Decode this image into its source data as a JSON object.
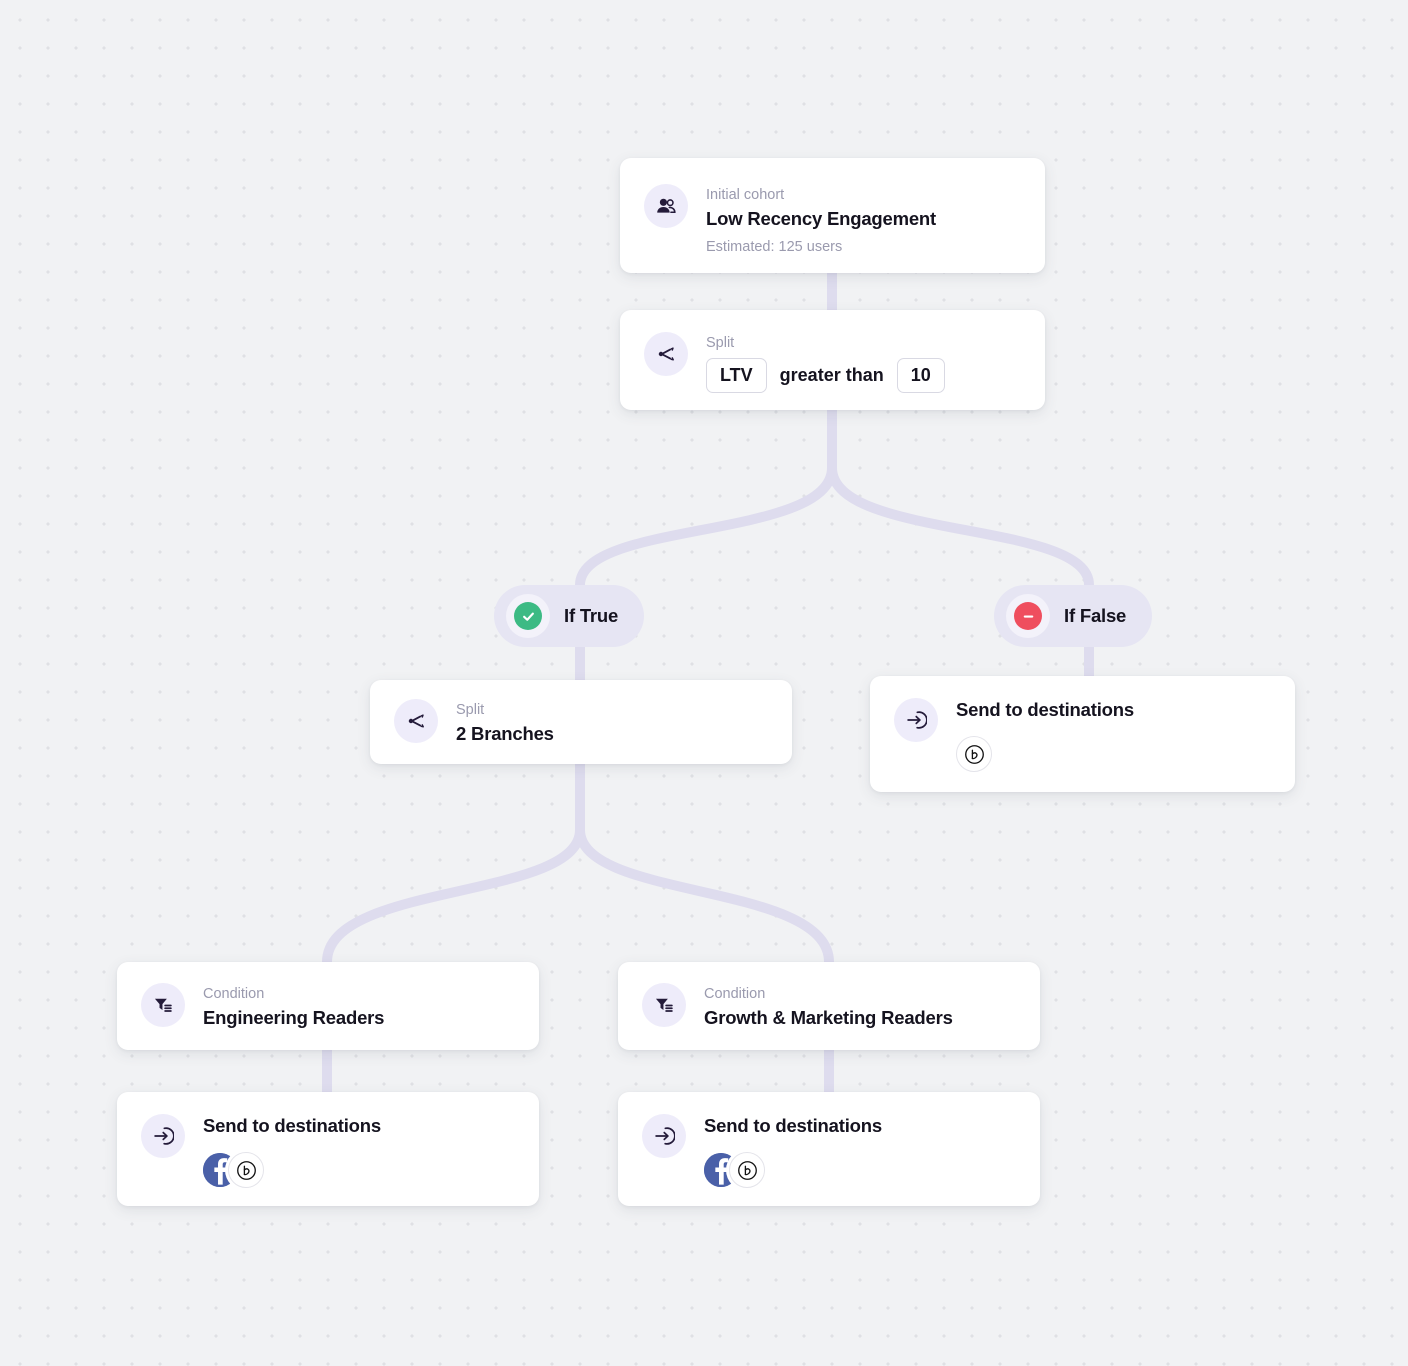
{
  "canvas": {
    "background_color": "#f1f2f4",
    "dot_color": "#dfe0e4",
    "wire_color": "#dedcee"
  },
  "nodes": {
    "initial_cohort": {
      "kicker": "Initial cohort",
      "title": "Low Recency Engagement",
      "subtitle": "Estimated: 125 users",
      "icon": "users-icon"
    },
    "split_ltv": {
      "kicker": "Split",
      "field": "LTV",
      "operator": "greater than",
      "value": "10",
      "icon": "split-icon"
    },
    "branch_true": {
      "label": "If True",
      "status": "true",
      "status_color": "#3cba84",
      "icon": "check-circle-icon"
    },
    "branch_false": {
      "label": "If False",
      "status": "false",
      "status_color": "#ef4e5e",
      "icon": "minus-circle-icon"
    },
    "split_branches": {
      "kicker": "Split",
      "title": "2 Branches",
      "icon": "split-icon"
    },
    "send_false": {
      "title": "Send to destinations",
      "icon": "send-icon",
      "destinations": [
        {
          "name": "braze",
          "glyph": "b"
        }
      ]
    },
    "condition_engineering": {
      "kicker": "Condition",
      "title": "Engineering Readers",
      "icon": "filter-icon"
    },
    "condition_growth": {
      "kicker": "Condition",
      "title": "Growth & Marketing Readers",
      "icon": "filter-icon"
    },
    "send_engineering": {
      "title": "Send to destinations",
      "icon": "send-icon",
      "destinations": [
        {
          "name": "facebook",
          "glyph": "f"
        },
        {
          "name": "braze",
          "glyph": "b"
        }
      ]
    },
    "send_growth": {
      "title": "Send to destinations",
      "icon": "send-icon",
      "destinations": [
        {
          "name": "facebook",
          "glyph": "f"
        },
        {
          "name": "braze",
          "glyph": "b"
        }
      ]
    }
  }
}
